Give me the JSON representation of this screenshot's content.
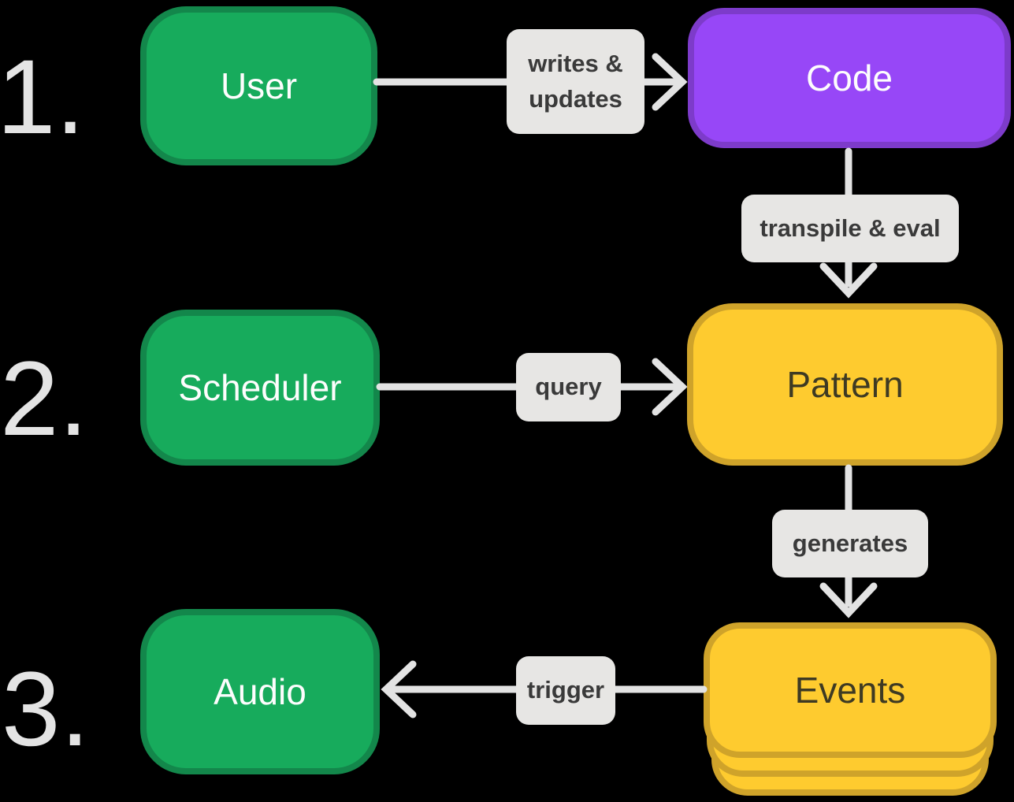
{
  "background": "#000000",
  "colors": {
    "green_fill": "#17ab5c",
    "green_border": "#13874b",
    "purple_fill": "#9747f7",
    "purple_border": "#7d3bca",
    "yellow_fill": "#fecb2f",
    "yellow_border": "#cfa32a",
    "edge_label_bg": "#e7e6e4",
    "edge_label_text": "#3a3a3a",
    "connector": "#e3e3e3",
    "step_number_text": "#e4e4e4",
    "node_text_light": "#fdfdfd",
    "node_text_dark": "#3e3a23"
  },
  "steps": [
    {
      "number": "1."
    },
    {
      "number": "2."
    },
    {
      "number": "3."
    }
  ],
  "nodes": {
    "user": {
      "label": "User"
    },
    "code": {
      "label": "Code"
    },
    "scheduler": {
      "label": "Scheduler"
    },
    "pattern": {
      "label": "Pattern"
    },
    "audio": {
      "label": "Audio"
    },
    "events": {
      "label": "Events"
    }
  },
  "edges": {
    "writes_updates": {
      "label": "writes & updates",
      "from": "User",
      "to": "Code"
    },
    "transpile_eval": {
      "label": "transpile & eval",
      "from": "Code",
      "to": "Pattern"
    },
    "query": {
      "label": "query",
      "from": "Scheduler",
      "to": "Pattern"
    },
    "generates": {
      "label": "generates",
      "from": "Pattern",
      "to": "Events"
    },
    "trigger": {
      "label": "trigger",
      "from": "Events",
      "to": "Audio"
    }
  }
}
